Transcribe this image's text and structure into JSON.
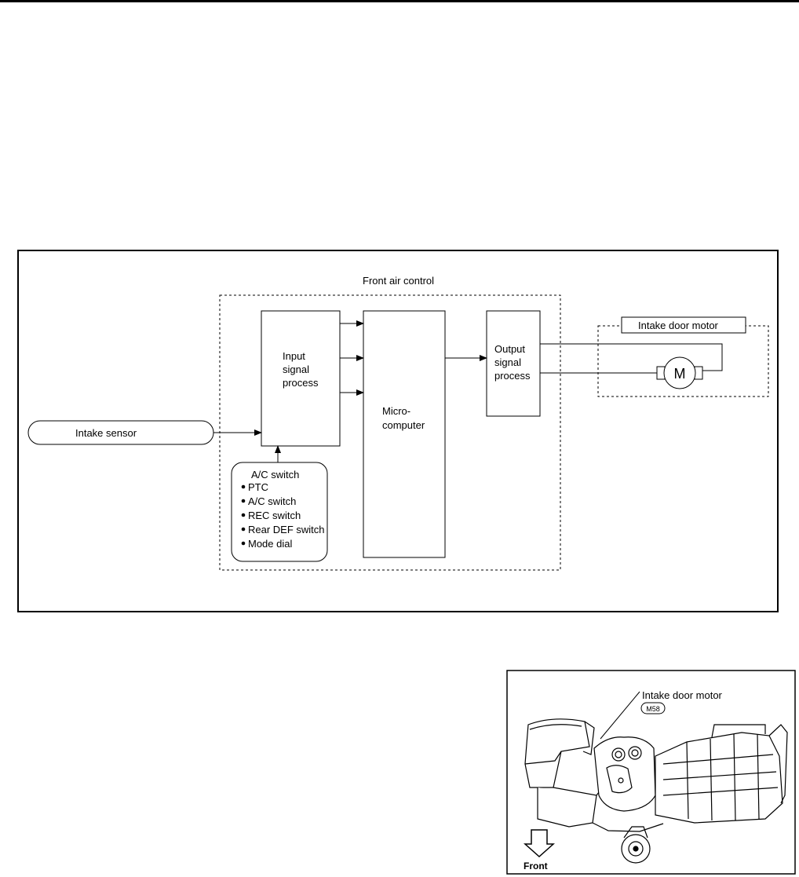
{
  "diagram": {
    "group_label": "Front air control",
    "input_block": [
      "Input",
      "signal",
      "process"
    ],
    "micro_block": [
      "Micro-",
      "computer"
    ],
    "output_block": [
      "Output",
      "signal",
      "process"
    ],
    "motor_group_label": "Intake door motor",
    "motor_symbol": "M",
    "intake_sensor": "Intake sensor",
    "switch_box": {
      "title": "A/C switch",
      "items": [
        "PTC",
        "A/C switch",
        "REC switch",
        "Rear DEF switch",
        "Mode dial"
      ]
    }
  },
  "component_view": {
    "label": "Intake door motor",
    "connector": "M58",
    "direction": "Front"
  }
}
